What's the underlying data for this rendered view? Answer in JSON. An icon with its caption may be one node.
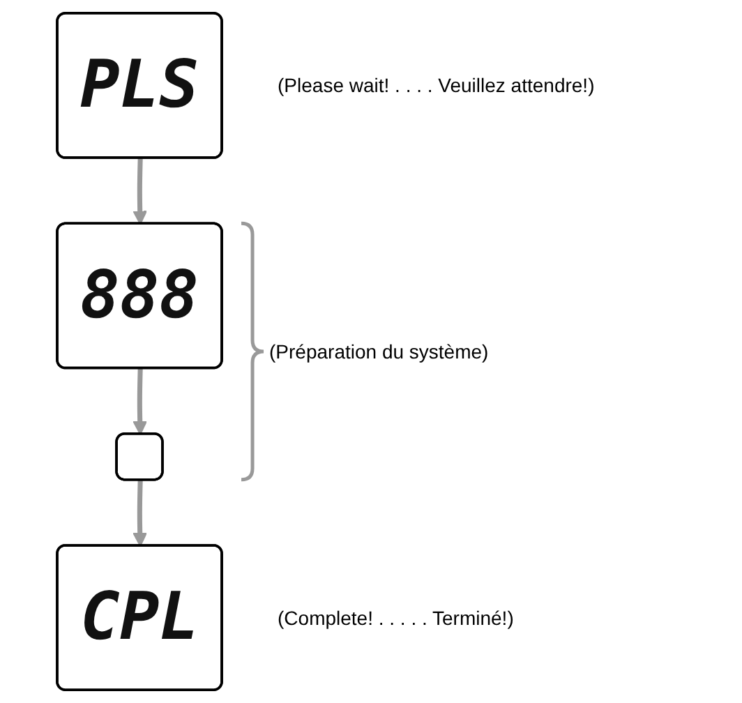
{
  "diagram": {
    "nodes": [
      {
        "text": [
          "PLS"
        ],
        "beside": [
          "(Please wait! . . . . Veuillez attendre!)"
        ]
      },
      {
        "text": [
          "888"
        ]
      },
      {
        "text": [],
        "shape": "box"
      },
      {
        "text": [
          "CPL"
        ],
        "beside": [
          "(Complete! . . . . . Terminé!)"
        ]
      }
    ],
    "edges": [
      {
        "from": 0,
        "to": 1,
        "arrow": "to"
      },
      {
        "from": 1,
        "to": 2,
        "arrow": "to"
      },
      {
        "from": 2,
        "to": 3,
        "arrow": "to"
      }
    ],
    "labels": [
      "(Préparation du système)"
    ]
  }
}
